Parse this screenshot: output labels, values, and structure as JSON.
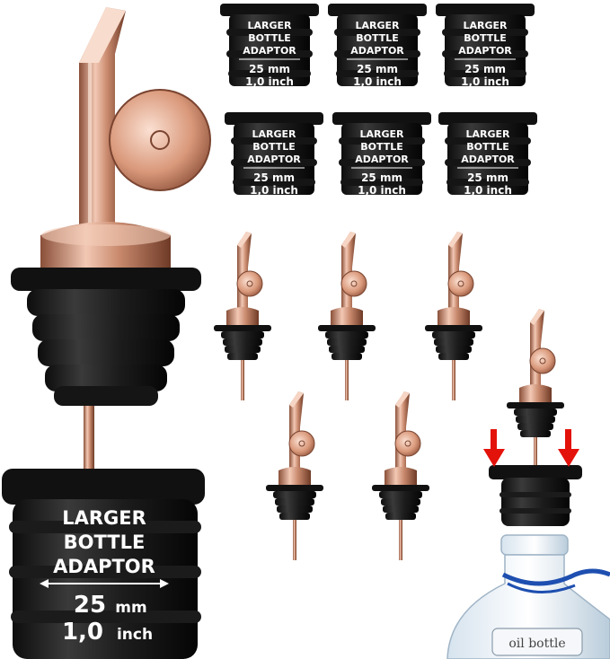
{
  "big_adaptor": {
    "line1": "LARGER",
    "line2": "BOTTLE",
    "line3": "ADAPTOR",
    "size_mm_value": "25",
    "size_mm_unit": "mm",
    "size_inch_value": "1,0",
    "size_inch_unit": "inch"
  },
  "small_adaptors": [
    {
      "line1": "LARGER",
      "line2": "BOTTLE",
      "line3": "ADAPTOR",
      "mm": "25 mm",
      "inch": "1,0 inch"
    },
    {
      "line1": "LARGER",
      "line2": "BOTTLE",
      "line3": "ADAPTOR",
      "mm": "25 mm",
      "inch": "1,0 inch"
    },
    {
      "line1": "LARGER",
      "line2": "BOTTLE",
      "line3": "ADAPTOR",
      "mm": "25 mm",
      "inch": "1,0 inch"
    },
    {
      "line1": "LARGER",
      "line2": "BOTTLE",
      "line3": "ADAPTOR",
      "mm": "25 mm",
      "inch": "1,0 inch"
    },
    {
      "line1": "LARGER",
      "line2": "BOTTLE",
      "line3": "ADAPTOR",
      "mm": "25 mm",
      "inch": "1,0 inch"
    },
    {
      "line1": "LARGER",
      "line2": "BOTTLE",
      "line3": "ADAPTOR",
      "mm": "25 mm",
      "inch": "1,0 inch"
    }
  ],
  "bottle_label": "oil bottle",
  "colors": {
    "copper": "#c98a6e",
    "copper_dark": "#8a4f38",
    "copper_light": "#f2c8b4",
    "rubber": "#1a1a1a",
    "arrow": "#e3120b",
    "bottle_cord": "#1e4fb0"
  }
}
